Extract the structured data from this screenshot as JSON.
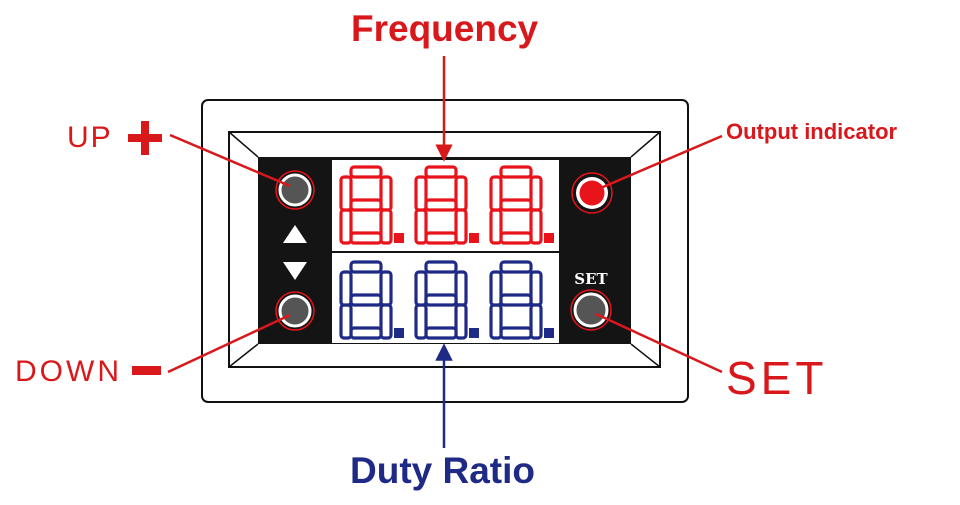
{
  "labels": {
    "frequency": "Frequency",
    "duty_ratio": "Duty Ratio",
    "up": "UP",
    "down": "DOWN",
    "output_indicator": "Output indicator",
    "set": "SET",
    "set_button_caption": "SET"
  },
  "displays": {
    "top": {
      "digits": "8.8.8.",
      "color": "#e8131b"
    },
    "bottom": {
      "digits": "8.8.8.",
      "color": "#1f2a86"
    }
  },
  "colors": {
    "accent_red": "#d9181c",
    "accent_blue": "#1f2a86",
    "panel": "#141414",
    "button": "#555555",
    "indicator": "#e8131b"
  },
  "icons": {
    "up_symbol": "plus",
    "down_symbol": "minus",
    "up_arrow": "triangle-up",
    "down_arrow": "triangle-down"
  }
}
